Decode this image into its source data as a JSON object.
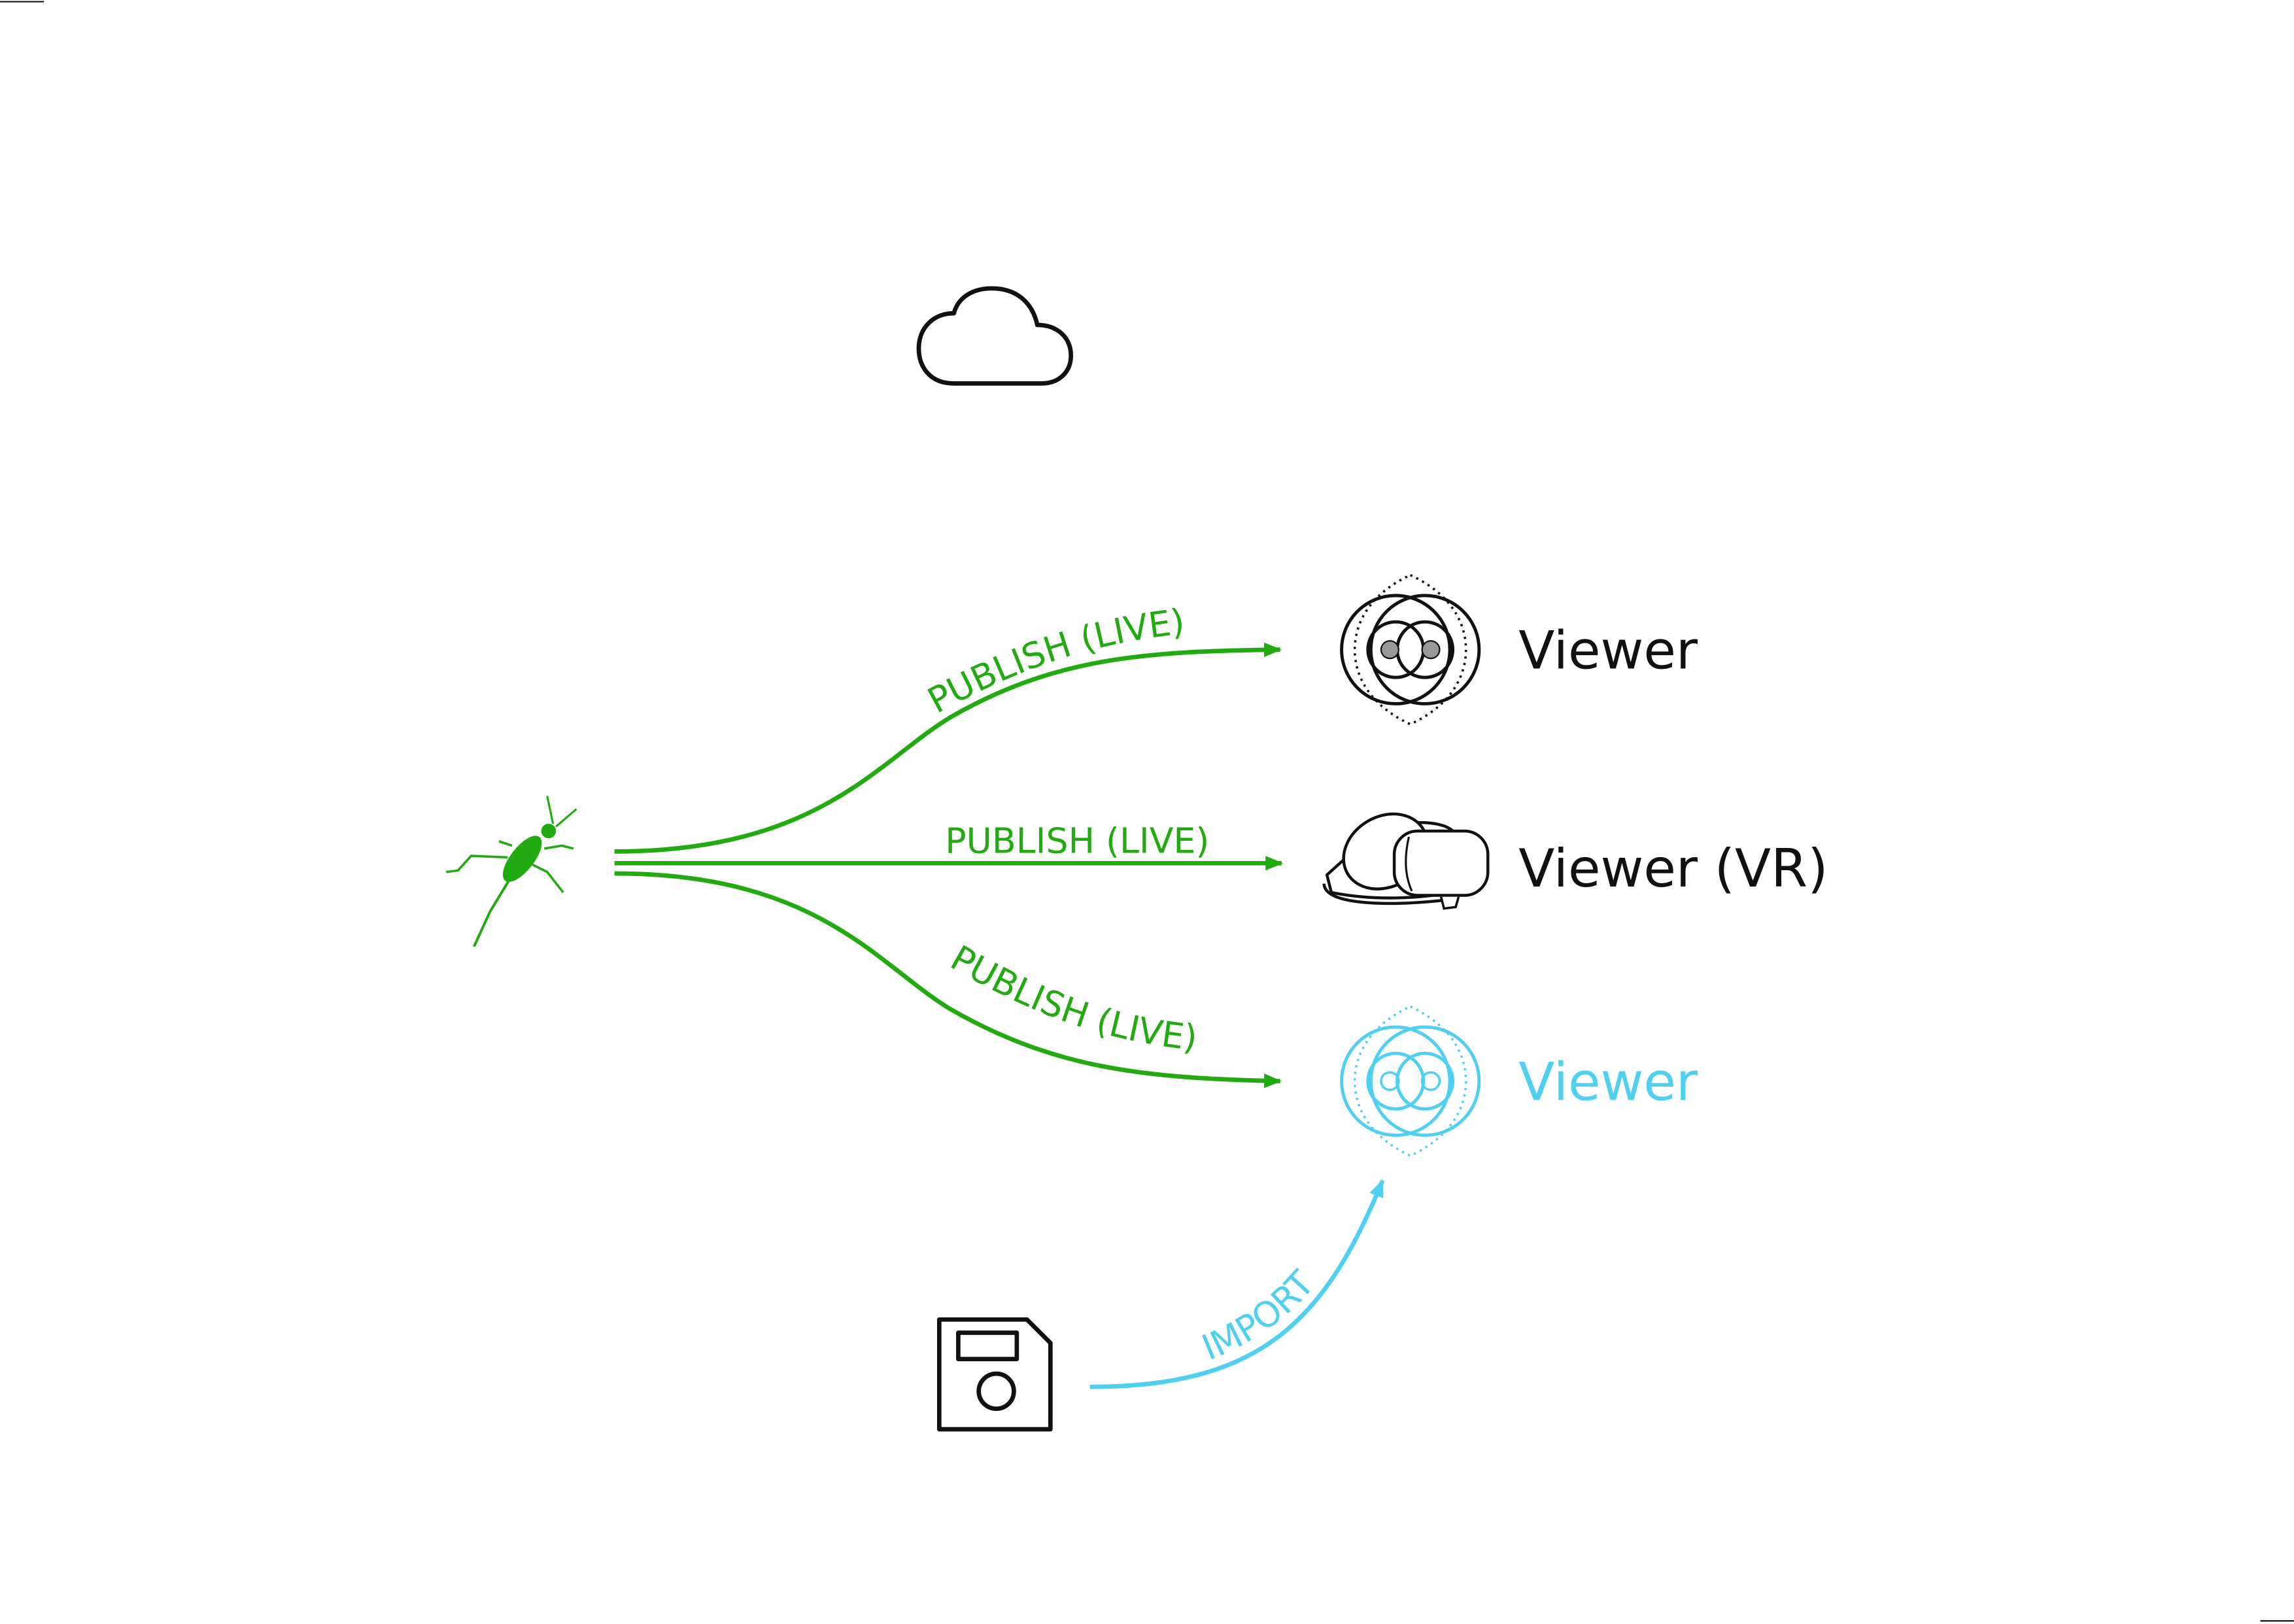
{
  "colors": {
    "publish": "#22aa11",
    "import": "#4fd0f0",
    "icon": "#111111",
    "background": "#ffffff"
  },
  "nodes": {
    "source": {
      "icon": "grasshopper-icon"
    },
    "cloud": {
      "icon": "cloud-icon"
    },
    "file": {
      "icon": "floppy-disk-icon"
    },
    "viewer_top": {
      "icon": "viewer-logo-icon",
      "label": "Viewer"
    },
    "viewer_vr": {
      "icon": "vr-headset-icon",
      "label": "Viewer (VR)"
    },
    "viewer_bottom": {
      "icon": "viewer-logo-icon",
      "label": "Viewer"
    }
  },
  "edges": {
    "publish_top": {
      "label": "PUBLISH (LIVE)"
    },
    "publish_middle": {
      "label": "PUBLISH (LIVE)"
    },
    "publish_bottom": {
      "label": "PUBLISH (LIVE)"
    },
    "import": {
      "label": "IMPORT"
    }
  }
}
